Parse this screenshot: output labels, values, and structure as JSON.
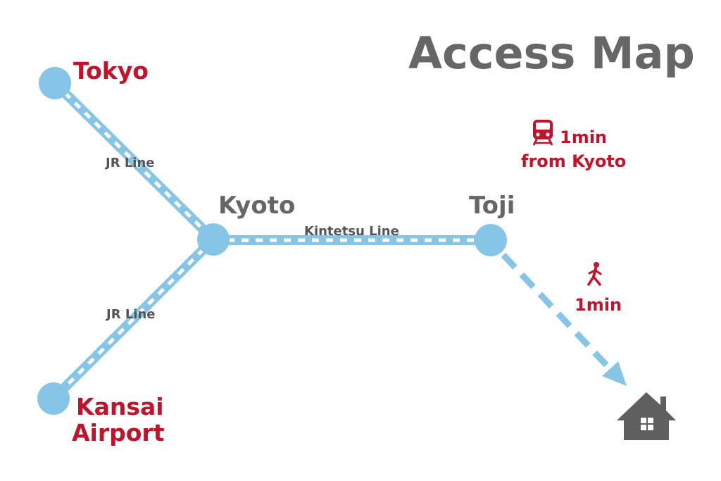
{
  "title": "Access Map",
  "colors": {
    "line": "#86c5e5",
    "station_node": "#86c5e5",
    "accent_red": "#c0142c",
    "gray": "#666666",
    "white": "#ffffff"
  },
  "stations": {
    "tokyo": "Tokyo",
    "kyoto": "Kyoto",
    "toji": "Toji",
    "kansai_line1": "Kansai",
    "kansai_line2": "Airport"
  },
  "lines": {
    "jr_upper": "JR Line",
    "jr_lower": "JR Line",
    "kintetsu": "Kintetsu Line"
  },
  "train_info": {
    "icon": "train-icon",
    "line1": "1min",
    "line2": "from Kyoto"
  },
  "walk_info": {
    "icon": "walking-person-icon",
    "text": "1min"
  },
  "destination": {
    "icon": "house-icon"
  }
}
